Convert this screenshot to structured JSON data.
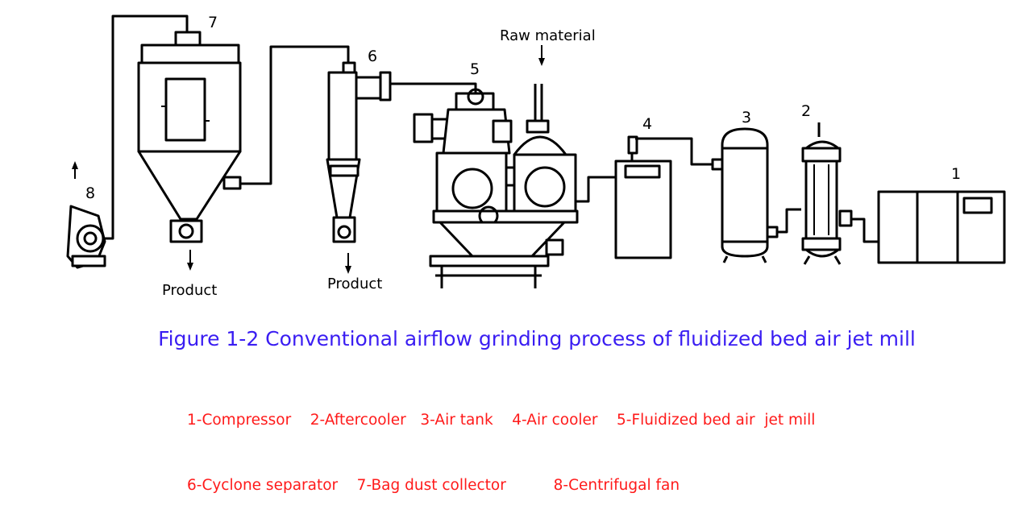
{
  "diagram": {
    "labels": {
      "raw_material": "Raw material",
      "product_left": "Product",
      "product_right": "Product"
    },
    "component_numbers": {
      "compressor": "1",
      "aftercooler": "2",
      "air_tank": "3",
      "air_cooler": "4",
      "jet_mill": "5",
      "cyclone": "6",
      "bag_collector": "7",
      "fan": "8"
    }
  },
  "caption": {
    "title": "Figure 1-2 Conventional airflow grinding process of fluidized bed air jet mill",
    "legend_line_1": "1-Compressor    2-Aftercooler   3-Air tank    4-Air cooler    5-Fluidized bed air  jet mill",
    "legend_line_2": "6-Cyclone separator    7-Bag dust collector          8-Centrifugal fan",
    "title_color": "#3a1df2",
    "legend_color": "#ff1a1a"
  }
}
